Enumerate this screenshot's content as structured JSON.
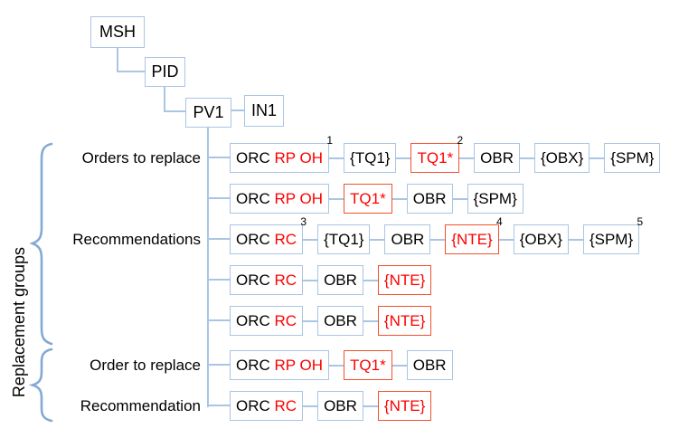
{
  "vertical_title": "Replacement groups",
  "top_nodes": {
    "msh": "MSH",
    "pid": "PID",
    "pv1": "PV1",
    "in1": "IN1"
  },
  "colors": {
    "box_border_blue": "#a9c5e3",
    "connector_blue": "#a9c5e3",
    "brace_blue": "#84a9d3",
    "box_border_red": "#f4512c",
    "text_red": "#fe0000",
    "text_black": "#000000"
  },
  "rows": [
    {
      "label": "Orders to replace",
      "boxes": [
        {
          "style": "blue",
          "sup": "1",
          "parts": [
            {
              "t": "ORC ",
              "c": "black"
            },
            {
              "t": "RP OH",
              "c": "red"
            }
          ]
        },
        {
          "style": "blue",
          "parts": [
            {
              "t": "{TQ1}",
              "c": "black"
            }
          ]
        },
        {
          "style": "red",
          "sup": "2",
          "parts": [
            {
              "t": "TQ1*",
              "c": "red"
            }
          ]
        },
        {
          "style": "blue",
          "parts": [
            {
              "t": "OBR",
              "c": "black"
            }
          ]
        },
        {
          "style": "blue",
          "parts": [
            {
              "t": "{OBX}",
              "c": "black"
            }
          ]
        },
        {
          "style": "blue",
          "parts": [
            {
              "t": "{SPM}",
              "c": "black"
            }
          ]
        }
      ]
    },
    {
      "label": "",
      "boxes": [
        {
          "style": "blue",
          "parts": [
            {
              "t": "ORC ",
              "c": "black"
            },
            {
              "t": "RP OH",
              "c": "red"
            }
          ]
        },
        {
          "style": "red",
          "parts": [
            {
              "t": "TQ1*",
              "c": "red"
            }
          ]
        },
        {
          "style": "blue",
          "parts": [
            {
              "t": "OBR",
              "c": "black"
            }
          ]
        },
        {
          "style": "blue",
          "parts": [
            {
              "t": "{SPM}",
              "c": "black"
            }
          ]
        }
      ]
    },
    {
      "label": "Recommendations",
      "boxes": [
        {
          "style": "blue",
          "sup": "3",
          "parts": [
            {
              "t": "ORC ",
              "c": "black"
            },
            {
              "t": "RC",
              "c": "red"
            }
          ]
        },
        {
          "style": "blue",
          "parts": [
            {
              "t": "{TQ1}",
              "c": "black"
            }
          ]
        },
        {
          "style": "blue",
          "parts": [
            {
              "t": "OBR",
              "c": "black"
            }
          ]
        },
        {
          "style": "red",
          "sup": "4",
          "parts": [
            {
              "t": "{NTE}",
              "c": "red"
            }
          ]
        },
        {
          "style": "blue",
          "parts": [
            {
              "t": "{OBX}",
              "c": "black"
            }
          ]
        },
        {
          "style": "blue",
          "sup": "5",
          "parts": [
            {
              "t": "{SPM}",
              "c": "black"
            }
          ]
        }
      ]
    },
    {
      "label": "",
      "boxes": [
        {
          "style": "blue",
          "parts": [
            {
              "t": "ORC ",
              "c": "black"
            },
            {
              "t": "RC",
              "c": "red"
            }
          ]
        },
        {
          "style": "blue",
          "parts": [
            {
              "t": "OBR",
              "c": "black"
            }
          ]
        },
        {
          "style": "red",
          "parts": [
            {
              "t": "{NTE}",
              "c": "red"
            }
          ]
        }
      ]
    },
    {
      "label": "",
      "boxes": [
        {
          "style": "blue",
          "parts": [
            {
              "t": "ORC ",
              "c": "black"
            },
            {
              "t": "RC",
              "c": "red"
            }
          ]
        },
        {
          "style": "blue",
          "parts": [
            {
              "t": "OBR",
              "c": "black"
            }
          ]
        },
        {
          "style": "red",
          "parts": [
            {
              "t": "{NTE}",
              "c": "red"
            }
          ]
        }
      ]
    },
    {
      "label": "Order to replace",
      "boxes": [
        {
          "style": "blue",
          "parts": [
            {
              "t": "ORC ",
              "c": "black"
            },
            {
              "t": "RP OH",
              "c": "red"
            }
          ]
        },
        {
          "style": "red",
          "parts": [
            {
              "t": "TQ1*",
              "c": "red"
            }
          ]
        },
        {
          "style": "blue",
          "parts": [
            {
              "t": "OBR",
              "c": "black"
            }
          ]
        }
      ]
    },
    {
      "label": "Recommendation",
      "boxes": [
        {
          "style": "blue",
          "parts": [
            {
              "t": "ORC ",
              "c": "black"
            },
            {
              "t": "RC",
              "c": "red"
            }
          ]
        },
        {
          "style": "blue",
          "parts": [
            {
              "t": "OBR",
              "c": "black"
            }
          ]
        },
        {
          "style": "red",
          "parts": [
            {
              "t": "{NTE}",
              "c": "red"
            }
          ]
        }
      ]
    }
  ]
}
